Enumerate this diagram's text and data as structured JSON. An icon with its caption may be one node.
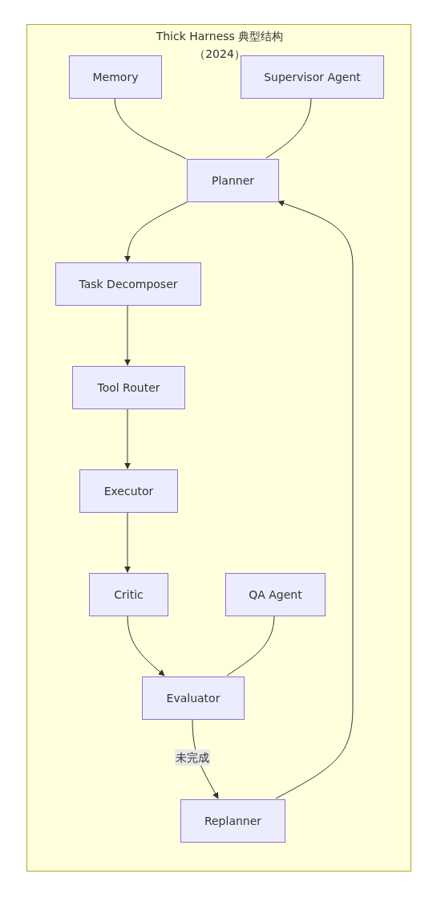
{
  "diagram": {
    "nodes": [
      {
        "text": [
          "Thick Harness 典型结构（2024）"
        ]
      },
      {
        "text": [
          "Memory"
        ],
        "in": 0
      },
      {
        "text": [
          "Supervisor Agent"
        ],
        "in": 0
      },
      {
        "text": [
          "Planner"
        ],
        "in": 0
      },
      {
        "text": [
          "Task Decomposer"
        ],
        "in": 0
      },
      {
        "text": [
          "Tool Router"
        ],
        "in": 0
      },
      {
        "text": [
          "Executor"
        ],
        "in": 0
      },
      {
        "text": [
          "Critic"
        ],
        "in": 0
      },
      {
        "text": [
          "QA Agent"
        ],
        "in": 0
      },
      {
        "text": [
          "Evaluator"
        ],
        "in": 0
      },
      {
        "text": [
          "Replanner"
        ],
        "in": 0
      }
    ],
    "edges": [
      {
        "from": 1,
        "to": 3,
        "arrow": "none"
      },
      {
        "from": 2,
        "to": 3,
        "arrow": "none"
      },
      {
        "from": 3,
        "to": 4,
        "arrow": "to"
      },
      {
        "from": 4,
        "to": 5,
        "arrow": "to"
      },
      {
        "from": 5,
        "to": 6,
        "arrow": "to"
      },
      {
        "from": 6,
        "to": 7,
        "arrow": "to"
      },
      {
        "from": 7,
        "to": 9,
        "arrow": "to"
      },
      {
        "from": 8,
        "to": 9,
        "arrow": "none"
      },
      {
        "from": 9,
        "to": 10,
        "arrow": "to",
        "label": "未完成"
      },
      {
        "from": 10,
        "to": 3,
        "arrow": "to"
      }
    ]
  }
}
